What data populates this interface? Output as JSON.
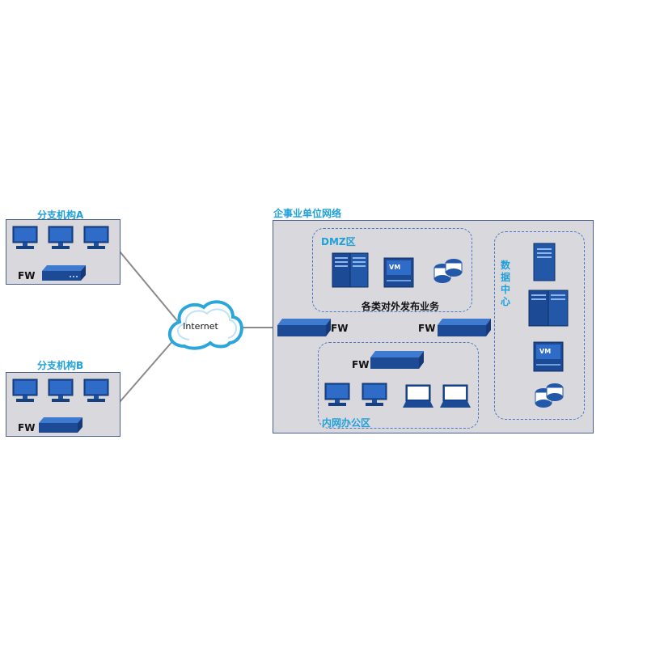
{
  "branch_a": {
    "title": "分支机构A",
    "fw_label": "FW"
  },
  "branch_b": {
    "title": "分支机构B",
    "fw_label": "FW"
  },
  "cloud": {
    "label": "Internet"
  },
  "enterprise": {
    "title": "企事业单位网络",
    "dmz": {
      "title": "DMZ区",
      "caption": "各类对外发布业务",
      "vm_label": "VM"
    },
    "fw_left_label": "FW",
    "fw_right_label": "FW",
    "office": {
      "title": "内网办公区",
      "fw_label": "FW"
    },
    "datacenter": {
      "title": "数据中心",
      "vm_label": "VM"
    }
  },
  "colors": {
    "accent": "#1fa0d8",
    "panel": "#d9d8dc",
    "device": "#2357a8",
    "link": "#888888"
  }
}
